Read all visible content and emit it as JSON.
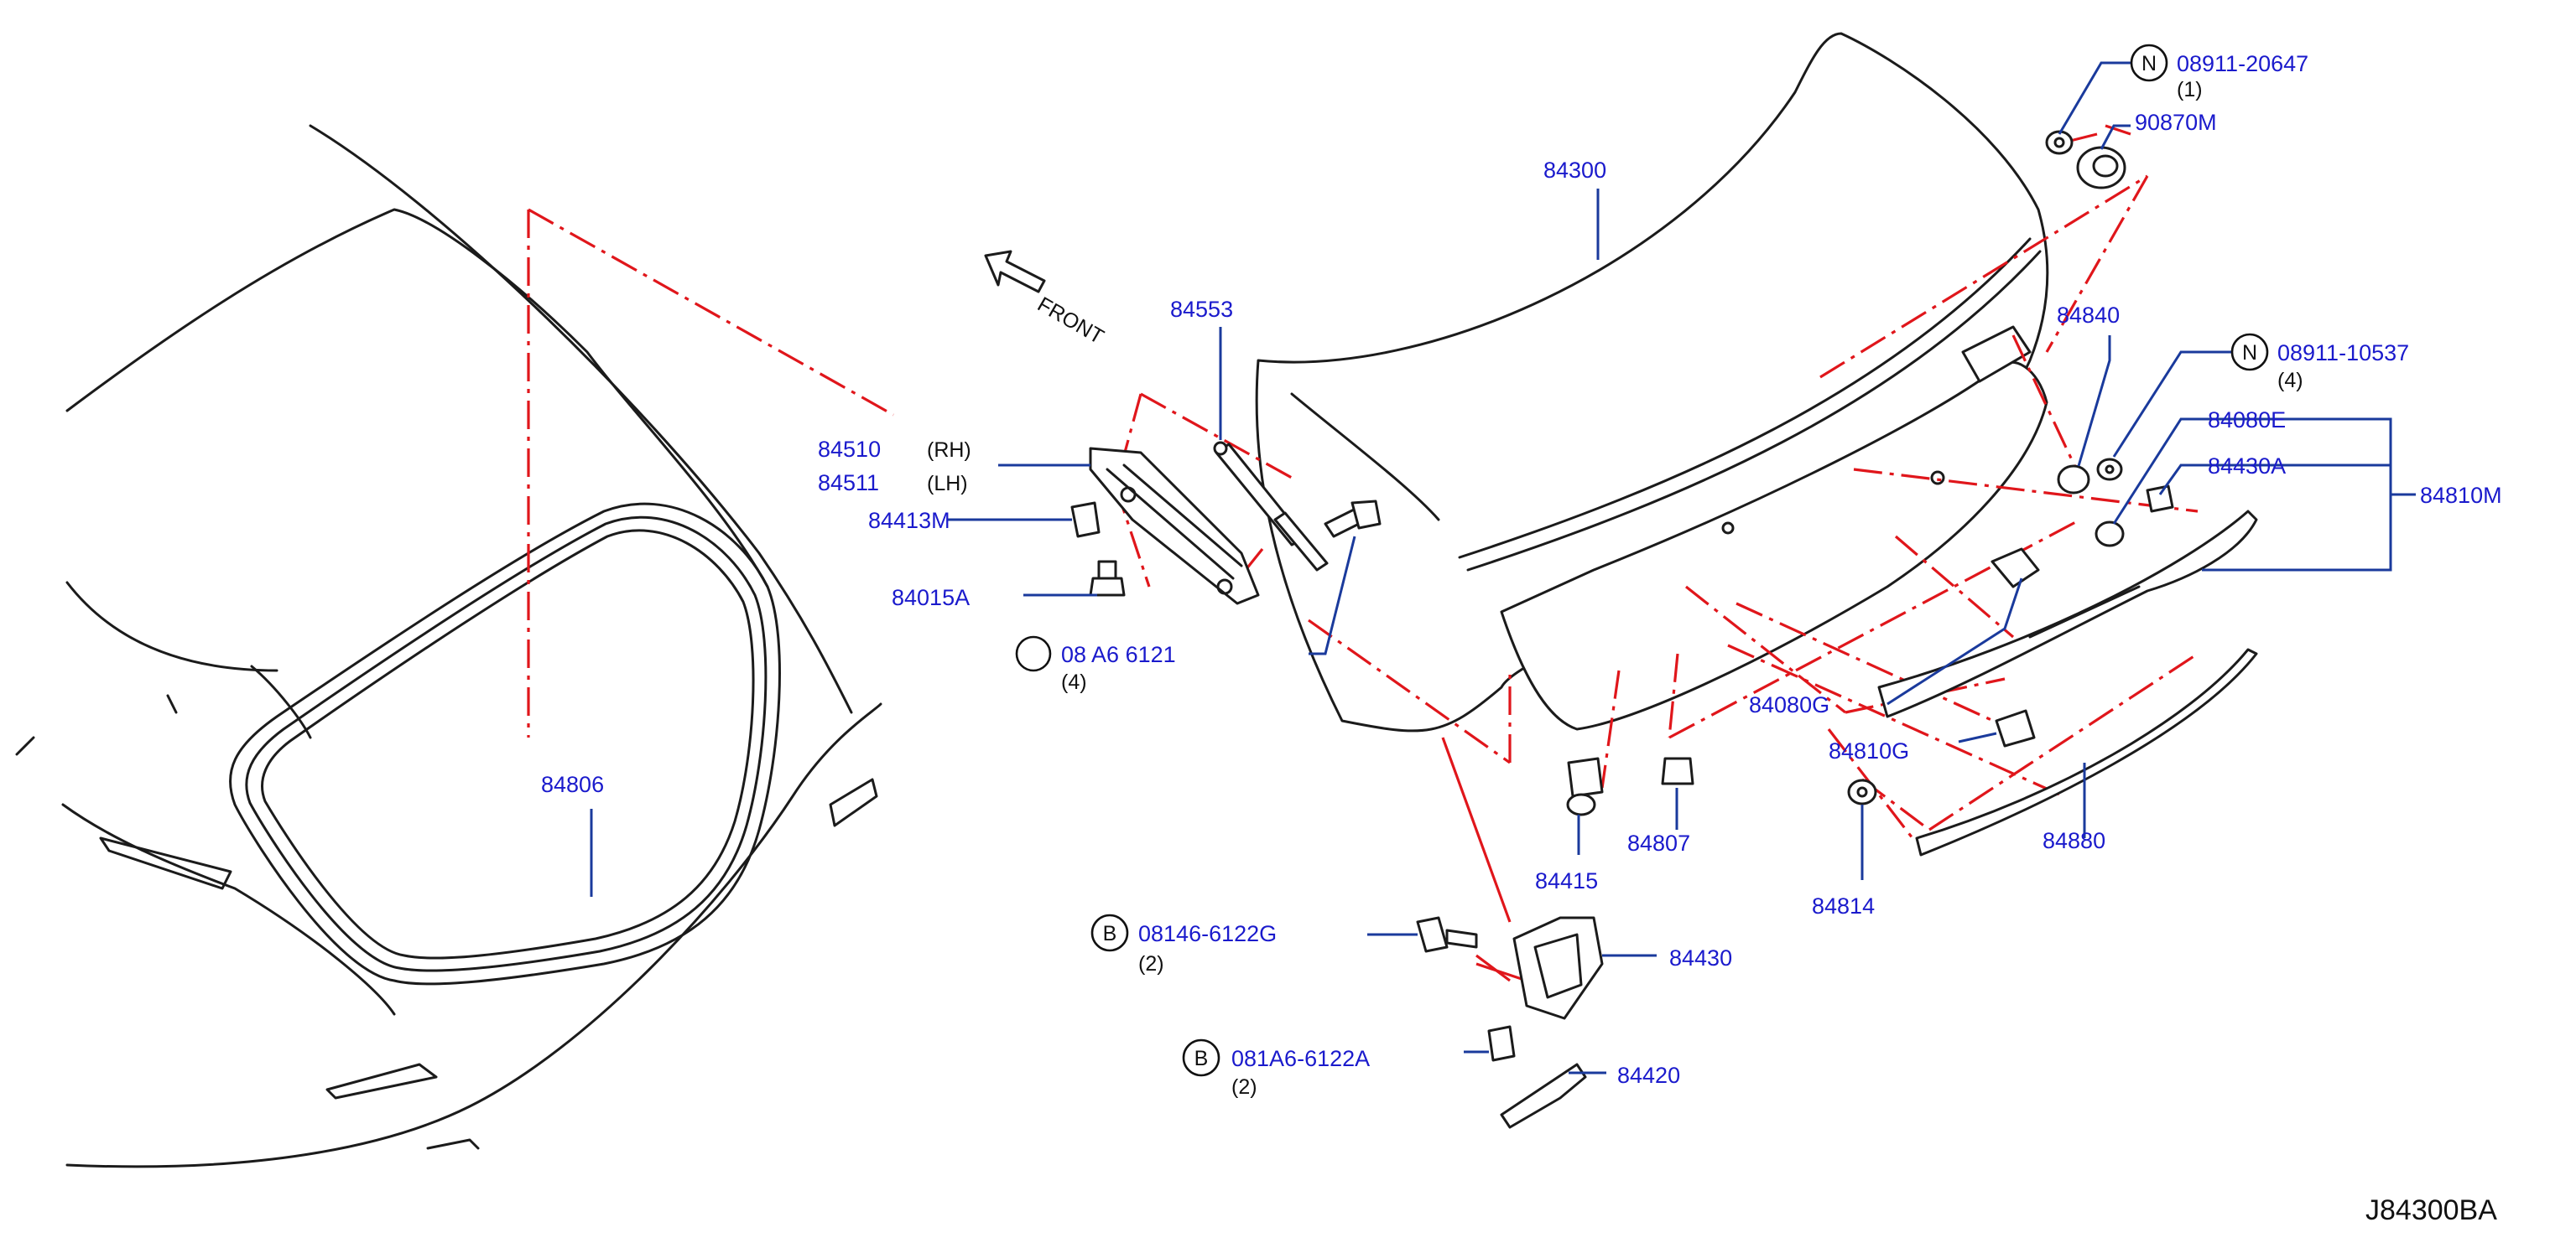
{
  "diagram_code": "J84300BA",
  "front_label": "FRONT",
  "parts": {
    "p84300": "84300",
    "p90870M": "90870M",
    "p84840": "84840",
    "p84080E": "84080E",
    "p84430A": "84430A",
    "p84810M": "84810M",
    "p84553": "84553",
    "p84510": "84510",
    "p84511": "84511",
    "p84413M": "84413M",
    "p84015A": "84015A",
    "p84806": "84806",
    "p84080G": "84080G",
    "p84810G": "84810G",
    "p84415": "84415",
    "p84807": "84807",
    "p84814": "84814",
    "p84880": "84880",
    "p84430": "84430",
    "p84420": "84420"
  },
  "sides": {
    "rh": "(RH)",
    "lh": "(LH)"
  },
  "fasteners": {
    "f1": {
      "prefix": "N",
      "code": "08911-20647",
      "qty": "(1)"
    },
    "f2": {
      "prefix": "N",
      "code": "08911-10537",
      "qty": "(4)"
    },
    "f3": {
      "prefix": "B",
      "code": "08146-6122G",
      "qty": "(2)"
    },
    "f4": {
      "prefix": "B",
      "code": "081A6-6122A",
      "qty": "(2)"
    },
    "f5": {
      "code": "08 A6 6121",
      "qty": "(4)"
    }
  },
  "colors": {
    "label": "#1a1acc",
    "leader": "#1a3a9c",
    "phantom": "#e0161b",
    "line": "#1b1b1b"
  }
}
